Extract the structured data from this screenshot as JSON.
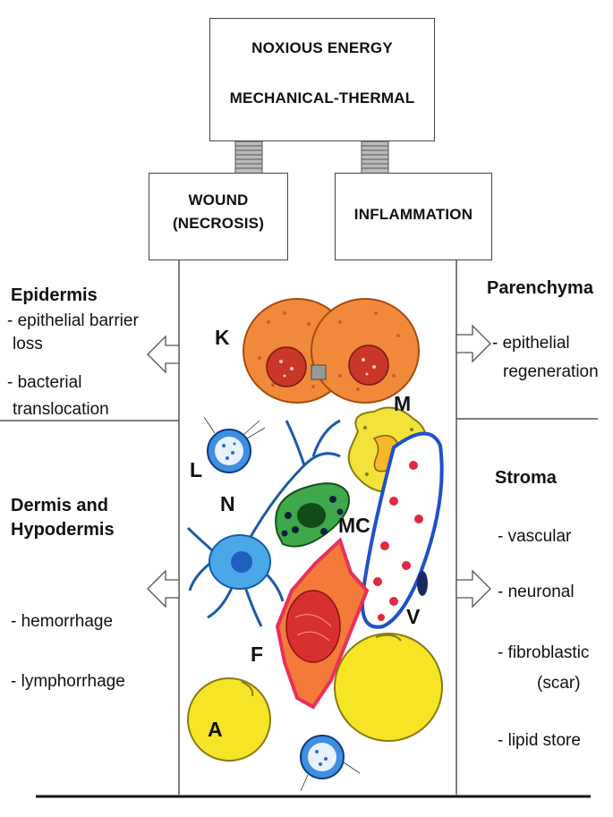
{
  "top_box": {
    "line1": "NOXIOUS ENERGY",
    "line2": "MECHANICAL-THERMAL"
  },
  "wound_box": {
    "line1": "WOUND",
    "line2": "(NECROSIS)"
  },
  "inflammation_box": {
    "label": "INFLAMMATION"
  },
  "left": {
    "epidermis": {
      "heading": "Epidermis",
      "items": [
        "- epithelial barrier",
        "  loss",
        "- bacterial",
        "  translocation"
      ]
    },
    "dermis": {
      "heading1": "Dermis and",
      "heading2": "Hypodermis",
      "items": [
        "- hemorrhage",
        "- lymphorrhage"
      ]
    }
  },
  "right": {
    "parenchyma": {
      "heading": "Parenchyma",
      "items": [
        "- epithelial",
        "regeneration"
      ]
    },
    "stroma": {
      "heading": "Stroma",
      "items": [
        "- vascular",
        "- neuronal",
        "- fibroblastic",
        "(scar)",
        "- lipid store"
      ]
    }
  },
  "cell_labels": [
    "K",
    "M",
    "L",
    "N",
    "MC",
    "V",
    "F",
    "A"
  ],
  "colors": {
    "keratinocyte": "#f08a3a",
    "macrophage": "#f3e23a",
    "lymphocyte": "#3f8fe0",
    "neuron": "#4aa8e8",
    "mast_cell": "#3ea84a",
    "vessel": "#2050c8",
    "fibroblast": "#e8305a",
    "adipocyte": "#f5e526"
  }
}
